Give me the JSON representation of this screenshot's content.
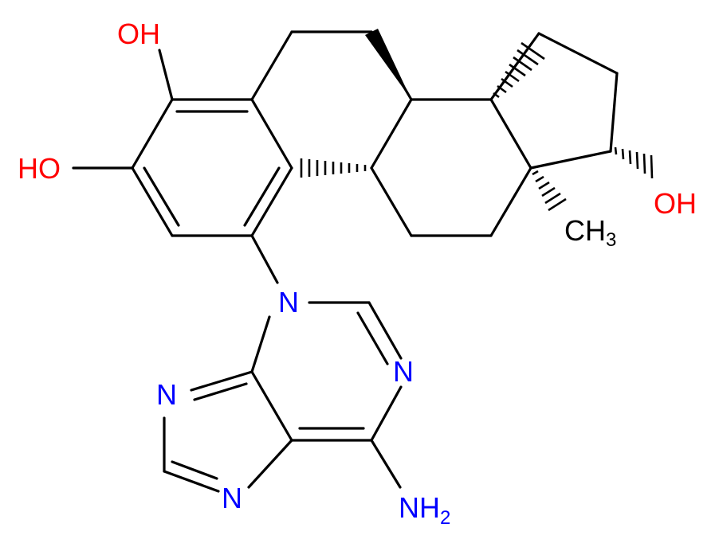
{
  "molecule": {
    "labels": {
      "oh_top": "OH",
      "oh_left": "HO",
      "oh_right": "OH",
      "methyl_main": "CH",
      "methyl_sub": "3",
      "n_purine_9": "N",
      "n_purine_1": "N",
      "n_purine_3": "N",
      "n_purine_7": "N",
      "amine_main": "NH",
      "amine_sub": "2"
    },
    "colors": {
      "oxygen": "#ff0000",
      "nitrogen": "#0000ff",
      "carbon": "#000000",
      "background": "#ffffff"
    }
  }
}
